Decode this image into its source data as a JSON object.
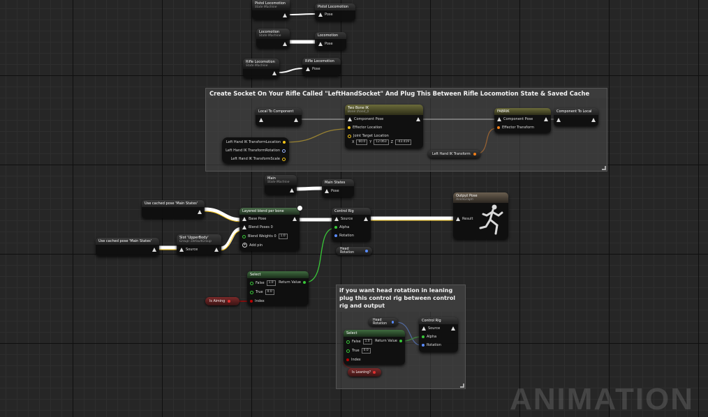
{
  "statemachines": {
    "pistol": {
      "title": "Pistol Locomotion",
      "subtitle": "State Machine",
      "pose_node_title": "Pistol Locomotion",
      "pose_pin": "Pose"
    },
    "loco": {
      "title": "Locomotion",
      "subtitle": "State Machine",
      "pose_node_title": "Locomotion",
      "pose_pin": "Pose"
    },
    "rifle": {
      "title": "Rifle Locomotion",
      "subtitle": "State Machine",
      "pose_node_title": "Rifle Locomotion",
      "pose_pin": "Pose"
    },
    "main": {
      "title": "Main",
      "subtitle": "State Machine",
      "pose_node_title": "Main States",
      "pose_pin": "Pose"
    }
  },
  "comment1": {
    "title": "Create Socket On Your Rifle Called \"LeftHandSocket\" And Plug This Between Rifle Locomotion State & Saved Cache",
    "local_to_component": "Local To Component",
    "two_bone_ik": {
      "title": "Two Bone IK",
      "subtitle": "Bone (hand_l)",
      "pin_pose": "Component Pose",
      "pin_effector": "Effector Location",
      "pin_joint": "Joint Target Location",
      "x": "60.0",
      "y": "12.063",
      "z": "-43.419"
    },
    "fabrik": {
      "title": "FABRIK",
      "pin_pose": "Component Pose",
      "pin_effector": "Effector Transform"
    },
    "component_to_local": "Component To Local",
    "break_vars": [
      "Left Hand IK TransformLocation",
      "Left Hand IK TransformRotation",
      "Left Hand IK TransformScale"
    ],
    "left_hand_ik_transform": "Left Hand IK Transform"
  },
  "blend": {
    "cached1": "Use cached pose 'Main States'",
    "cached2": "Use cached pose 'Main States'",
    "slot": {
      "title": "Slot 'UpperBody'",
      "subtitle": "Group: DefaultGroup",
      "pin": "Source"
    },
    "layered": {
      "title": "Layered blend per bone",
      "base": "Base Pose",
      "blend_poses": "Blend Poses 0",
      "blend_weights": "Blend Weights 0",
      "weight": "1.0",
      "add_pin": "Add pin"
    },
    "control_rig": {
      "title": "Control Rig",
      "source": "Source",
      "alpha": "Alpha",
      "rotation": "Rotation"
    },
    "head_rotation": "Head Rotation",
    "output": {
      "title": "Output Pose",
      "subtitle": "AnimGraph",
      "result": "Result"
    },
    "select": {
      "title": "Select",
      "false_lbl": "False",
      "false_val": "1.0",
      "true_lbl": "True",
      "true_val": "0.0",
      "index": "Index",
      "return": "Return Value"
    },
    "is_aiming": "Is Aiming"
  },
  "comment2": {
    "title": "if you want head rotation in leaning plug this control rig between control rig and output",
    "head_rotation": "Head Rotation",
    "select": {
      "title": "Select",
      "false_lbl": "False",
      "false_val": "1.0",
      "true_lbl": "True",
      "true_val": "0.0",
      "index": "Index",
      "return": "Return Value"
    },
    "control_rig": {
      "title": "Control Rig",
      "source": "Source",
      "alpha": "Alpha",
      "rotation": "Rotation"
    },
    "is_leaning": "Is Leaning?"
  },
  "watermark": "ANIMATION",
  "colors": {
    "pose_wire": "#ffffff",
    "vector_wire": "#f5c518",
    "transform_wire": "#f07f1a",
    "float_wire": "#39c639",
    "rotator_wire": "#5a8cff",
    "bool_wire": "#b80000"
  }
}
